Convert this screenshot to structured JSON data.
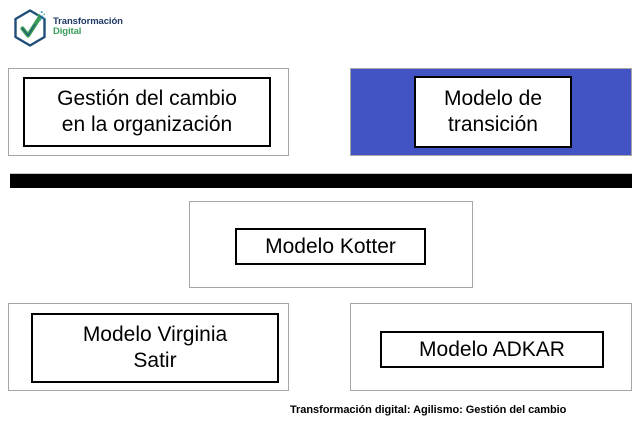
{
  "slide": {
    "background_color": "#ffffff",
    "logo": {
      "icon_name": "hexagon-checkmark-logo",
      "line1": "Transformación",
      "line2": "Digital",
      "line1_color": "#1F3864",
      "line2_color": "#3A9E5A",
      "hexagon_color": "#1F4E79",
      "check_color": "#3A9E5A"
    },
    "boxes": [
      {
        "id": "gestion",
        "text": "Gestión del cambio en la organización",
        "line1": "Gestión del cambio",
        "line2": "en la organización",
        "fill": "#ffffff",
        "outer_border": "#A6A6A6",
        "inner_border": "#000000",
        "text_color": "#000000"
      },
      {
        "id": "transicion",
        "text": "Modelo de transición",
        "line1": "Modelo de",
        "line2": "transición",
        "fill": "#4254C4",
        "outer_border": "#A6A6A6",
        "inner_border": "#000000",
        "text_color": "#000000"
      },
      {
        "id": "kotter",
        "text": "Modelo Kotter",
        "line1": "Modelo Kotter",
        "line2": "",
        "fill": "#ffffff",
        "outer_border": "#A6A6A6",
        "inner_border": "#000000",
        "text_color": "#000000"
      },
      {
        "id": "satir",
        "text": "Modelo Virginia Satir",
        "line1": "Modelo Virginia",
        "line2": "Satir",
        "fill": "#ffffff",
        "outer_border": "#A6A6A6",
        "inner_border": "#000000",
        "text_color": "#000000"
      },
      {
        "id": "adkar",
        "text": "Modelo ADKAR",
        "line1": "Modelo ADKAR",
        "line2": "",
        "fill": "#ffffff",
        "outer_border": "#A6A6A6",
        "inner_border": "#000000",
        "text_color": "#000000"
      }
    ],
    "divider": {
      "name": "black-divider-bar",
      "color": "#000000"
    },
    "caption": "Transformación digital: Agilismo: Gestión del cambio"
  }
}
